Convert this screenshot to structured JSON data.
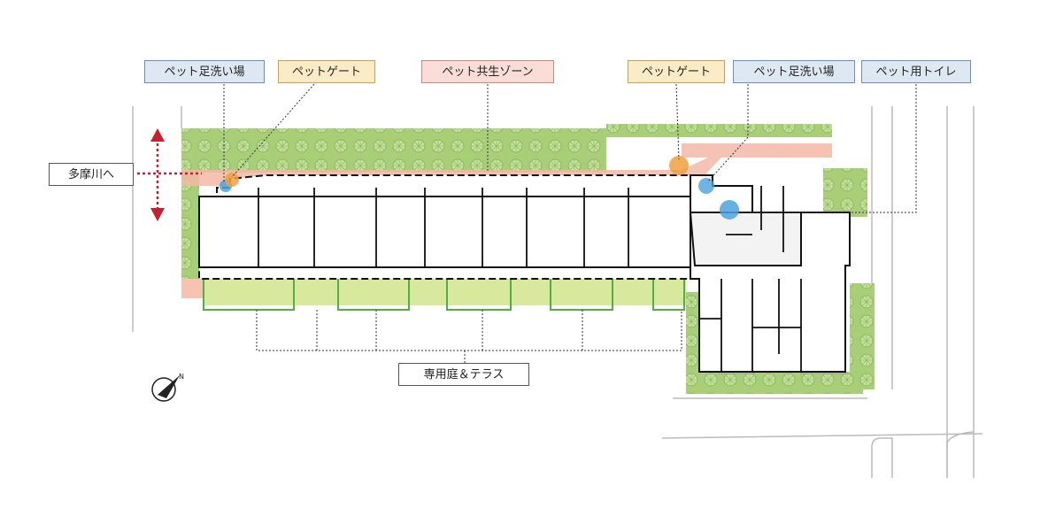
{
  "labels": {
    "wash_left": "ペット足洗い場",
    "gate_left": "ペットゲート",
    "zone": "ペット共生ゾーン",
    "gate_right": "ペットゲート",
    "wash_right": "ペット足洗い場",
    "toilet": "ペット用トイレ",
    "river": "多摩川へ",
    "garden": "専用庭＆テラス"
  },
  "north_symbol": "N",
  "colors": {
    "pet_wash": "#4aa3df",
    "pet_gate": "#f0a040",
    "pet_zone": "#f4b9a6",
    "garden_fill": "#d8e89c",
    "garden_outline": "#52b043",
    "greenery": "#a8cf78",
    "arrow": "#c81e2e"
  }
}
